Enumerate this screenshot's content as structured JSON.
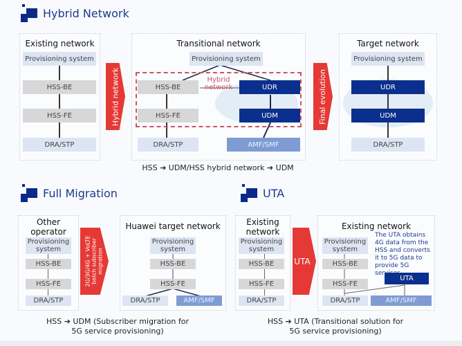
{
  "sections": {
    "hybrid": {
      "title": "Hybrid Network",
      "existing": {
        "title": "Existing network",
        "nodes": [
          "Provisioning system",
          "HSS-BE",
          "HSS-FE",
          "DRA/STP"
        ]
      },
      "arrow1_label": "Hybrid network",
      "transitional": {
        "title": "Transitional network",
        "provisioning": "Provisioning system",
        "hss_be": "HSS-BE",
        "hss_fe": "HSS-FE",
        "dra": "DRA/STP",
        "udr": "UDR",
        "udm": "UDM",
        "amf": "AMF/SMF",
        "hybrid_label": "Hybrid network"
      },
      "arrow2_label": "Final evolution",
      "target": {
        "title": "Target network",
        "nodes": [
          "Provisioning system",
          "UDR",
          "UDM",
          "DRA/STP"
        ]
      },
      "caption": "HSS ➔ UDM/HSS hybrid network ➔ UDM"
    },
    "full_migration": {
      "title": "Full Migration",
      "other": {
        "title": "Other operator network",
        "nodes": [
          "Provisioning system",
          "HSS-BE",
          "HSS-FE",
          "DRA/STP"
        ]
      },
      "arrow_label_lines": [
        "2G/3G/4G + VoLTE",
        "batch subscriber",
        "migration"
      ],
      "huawei": {
        "title": "Huawei target network",
        "provisioning": "Provisioning system",
        "hss_be": "HSS-BE",
        "hss_fe": "HSS-FE",
        "dra": "DRA/STP",
        "amf": "AMF/SMF"
      },
      "caption_line1": "HSS ➔ UDM (Subscriber migration for",
      "caption_line2": "5G service provisioning)"
    },
    "uta": {
      "title": "UTA",
      "existing_left": {
        "title": "Existing network",
        "nodes": [
          "Provisioning system",
          "HSS-BE",
          "HSS-FE",
          "DRA/STP"
        ]
      },
      "arrow_label": "UTA",
      "existing_right": {
        "title": "Existing network",
        "provisioning": "Provisioning system",
        "hss_be": "HSS-BE",
        "hss_fe": "HSS-FE",
        "dra": "DRA/STP",
        "uta": "UTA",
        "amf": "AMF/SMF",
        "note": "The UTA obtains 4G data from the HSS and converts it to 5G data to provide 5G services."
      },
      "caption_line1": "HSS ➔ UTA (Transitional solution for",
      "caption_line2": "5G service provisioning)"
    }
  }
}
